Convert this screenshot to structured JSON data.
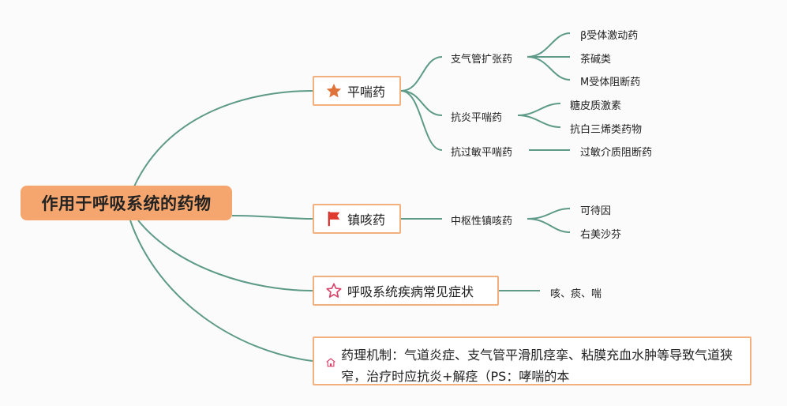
{
  "root": {
    "label": "作用于呼吸系统的药物"
  },
  "branches": {
    "pingchuan": {
      "label": "平喘药",
      "icon": "star-filled-icon",
      "children": [
        {
          "label": "支气管扩张药",
          "children": [
            "β受体激动药",
            "茶碱类",
            "M受体阻断药"
          ]
        },
        {
          "label": "抗炎平喘药",
          "children": [
            "糖皮质激素",
            "抗白三烯类药物"
          ]
        },
        {
          "label": "抗过敏平喘药",
          "children": [
            "过敏介质阻断药"
          ]
        }
      ]
    },
    "zhenke": {
      "label": "镇咳药",
      "icon": "flag-icon",
      "children": [
        {
          "label": "中枢性镇咳药",
          "children": [
            "可待因",
            "右美沙芬"
          ]
        }
      ]
    },
    "huxi": {
      "label": "呼吸系统疾病常见症状",
      "icon": "star-outline-icon",
      "children": [
        "咳、痰、喘"
      ]
    },
    "yaoli": {
      "label": "药理机制：气道炎症、支气管平滑肌痉挛、粘膜充血水肿等导致气道狭窄，治疗时应抗炎+解痉（PS：哮喘的本",
      "icon": "house-icon"
    }
  },
  "colors": {
    "root_fill": "#f4a66e",
    "topic_border": "#f1b07e",
    "connector": "#5e9a88",
    "icon_orange": "#e0733a",
    "icon_red": "#e03a2e",
    "icon_pink": "#d9436b"
  }
}
